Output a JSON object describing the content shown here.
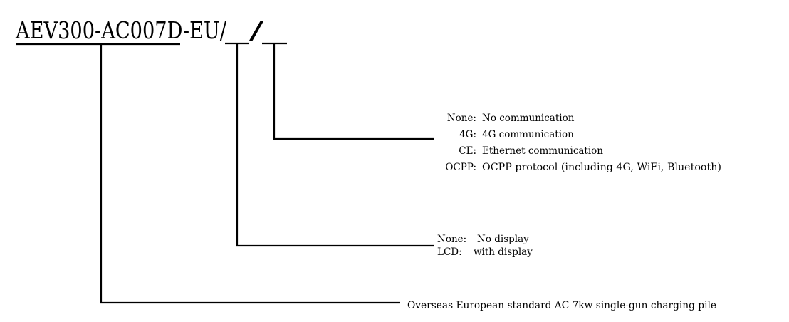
{
  "model": {
    "base": "AEV300-AC007D-EU/",
    "separator": "/"
  },
  "options": {
    "communication": [
      {
        "code": "None:",
        "desc": "No communication"
      },
      {
        "code": "4G:",
        "desc": "4G communication"
      },
      {
        "code": "CE:",
        "desc": "Ethernet communication"
      },
      {
        "code": "OCPP:",
        "desc": "OCPP protocol (including 4G, WiFi, Bluetooth)"
      }
    ],
    "display": [
      {
        "code": "None:",
        "desc": "No display"
      },
      {
        "code": "LCD:",
        "desc": "with display"
      }
    ],
    "base_description": "Overseas European standard AC 7kw single-gun charging pile"
  }
}
